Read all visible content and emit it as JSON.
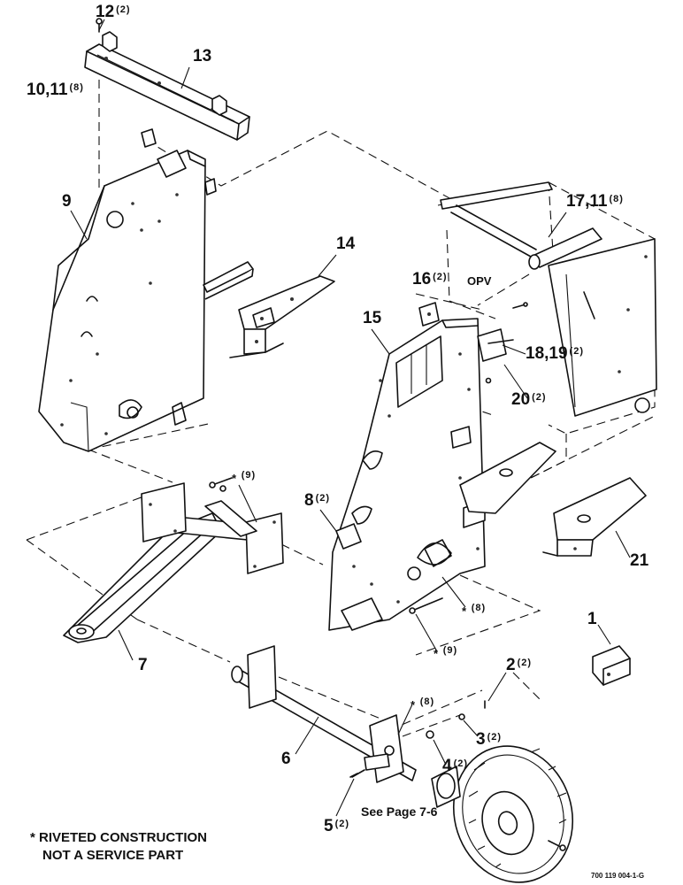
{
  "labels": {
    "l1": {
      "num": "1",
      "qty": ""
    },
    "l2": {
      "num": "2",
      "qty": "(2)"
    },
    "l3": {
      "num": "3",
      "qty": "(2)"
    },
    "l4": {
      "num": "4",
      "qty": "(2)"
    },
    "l5": {
      "num": "5",
      "qty": "(2)"
    },
    "l6": {
      "num": "6",
      "qty": ""
    },
    "l7": {
      "num": "7",
      "qty": ""
    },
    "l8": {
      "num": "8",
      "qty": "(2)"
    },
    "l9": {
      "num": "9",
      "qty": ""
    },
    "l1011": {
      "num": "10,11",
      "qty": "(8)"
    },
    "l12": {
      "num": "12",
      "qty": "(2)"
    },
    "l13": {
      "num": "13",
      "qty": ""
    },
    "l14": {
      "num": "14",
      "qty": ""
    },
    "l15": {
      "num": "15",
      "qty": ""
    },
    "l16": {
      "num": "16",
      "qty": "(2)"
    },
    "l1711": {
      "num": "17,11",
      "qty": "(8)"
    },
    "l1819": {
      "num": "18,19",
      "qty": "(2)"
    },
    "l20": {
      "num": "20",
      "qty": "(2)"
    },
    "l21": {
      "num": "21",
      "qty": ""
    }
  },
  "riveted": {
    "a": {
      "mark": "*",
      "qty": "(9)"
    },
    "b": {
      "mark": "*",
      "qty": "(8)"
    },
    "c": {
      "mark": "*",
      "qty": "(9)"
    },
    "d": {
      "mark": "*",
      "qty": "(8)"
    }
  },
  "opv": "OPV",
  "see_page": "See Page 7-6",
  "note": {
    "line1": "* RIVETED CONSTRUCTION",
    "line2": "NOT A SERVICE PART"
  },
  "drawing_number": "700 119 004-1-G"
}
